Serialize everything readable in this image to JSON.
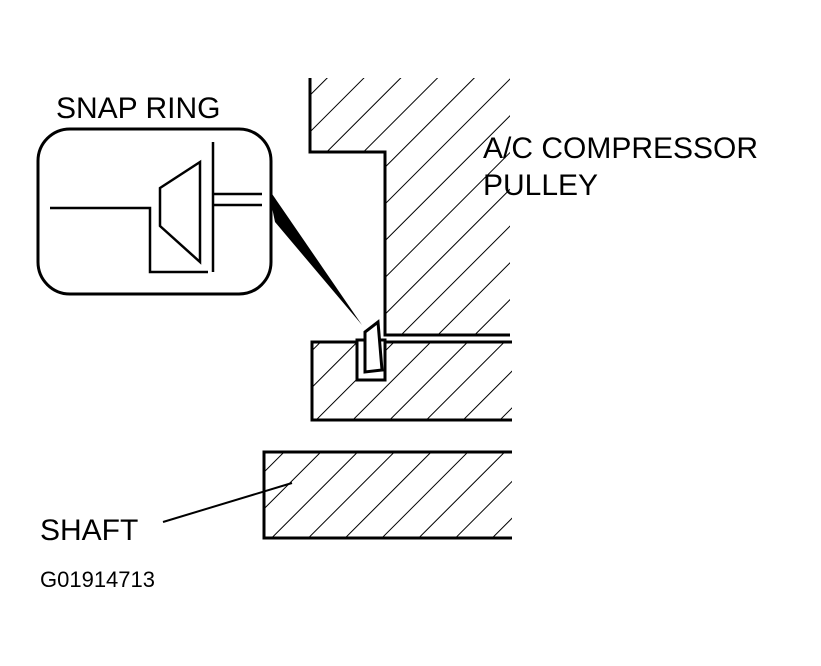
{
  "labels": {
    "snap_ring": "SNAP RING",
    "pulley_line1": "A/C COMPRESSOR",
    "pulley_line2": "PULLEY",
    "shaft": "SHAFT",
    "figure_code": "G01914713"
  },
  "colors": {
    "ink": "#000000",
    "paper": "#ffffff"
  }
}
